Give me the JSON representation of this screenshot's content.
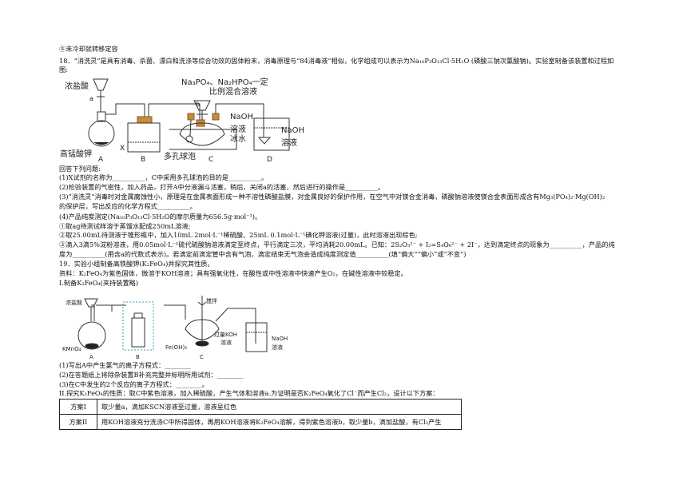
{
  "lines": {
    "l01": "⑤未冷却就转移定容",
    "l02": "18．“消洗灵”是具有消毒、杀菌、漂白和洗涤等综合功效的固体粉末，消毒原理与“84消毒液”相似，化学组成可以表示为Na₁₀P₃O₁₃Cl·5H₂O (磷酸三钠次氯酸钠)。实验室制备该装置和过程如",
    "l03": "图:",
    "l04": "回答下列问题:",
    "l05": "(1)X试剂的名称为__________，C中采用多孔球泡的目的是__________。",
    "l06": "(2)检验装置的气密性，加入药品，打开A中分液漏斗活塞，稍后，关闭a的活塞，然后进行的操作是__________。",
    "l07": "(3)“消洗灵”消毒时对金属腐蚀性小，原理是在金属表面形成一种不溶性磷酸盐膜，对金属良好的保护作用，在空气中对镁合金消毒，磷酸钠溶液使镁合金表面形成含有Mg₃(PO₄)₂·Mg(OH)₂",
    "l08": "的保护层，写出反应的化学方程式__________。",
    "l09": "(4)产品纯度测定(Na₁₀P₃O₁₃Cl·5H₂O的摩尔质量为656.5g·mol⁻¹)。",
    "l10": "①取ag待测试样溶于蒸馏水配成250mL溶液;",
    "l11": "②取25.00mL待测液于锥形瓶中，加入10mL 2mol·L⁻¹稀硫酸、25mL 0.1mol·L⁻¹碘化钾溶液(过量)，此时溶液出现棕色;",
    "l12": "③滴入3滴5%淀粉溶液，用0.05mol·L⁻¹硫代硫酸钠溶液滴定至终点，平行滴定三次，平均消耗20.00mL。已知：2S₂O₃²⁻ + I₂=S₄O₆²⁻ + 2I⁻，达到滴定终点的现象为__________，产品的纯",
    "l13": "度为__________(用含a的代数式表示)。若滴定前滴定管中含有气泡，滴定结束无气泡会造成纯度测定值__________(填“偏大”“偏小”或“不变”)",
    "l14": "19．实验小组制备高铁酸钾(K₂FeO₄)并探究其性质。",
    "l15": "资料：K₂FeO₄为紫色固体，微溶于KOH溶液；具有强氧化性，在酸性或中性溶液中快速产生O₂，在碱性溶液中较稳定。",
    "l16": "I.制备K₂FeO₄(夹持装置略)",
    "l17": "(1)写出A中产生氯气的离子方程式：________",
    "l18": "(2)在答题纸上将除杂装置B补充完整并标明所用试剂：________",
    "l19": "(3)在C中发生的2个反应的离子方程式：________。",
    "l20": "II.探究K₂FeO₄的性质：取C中紫色溶液，加入稀硫酸，产生气体和溶液a.为证明是否K₂FeO₄氧化了Cl⁻而产生Cl₂，设计以下方案："
  },
  "fig1": {
    "conc_hcl": "浓盐酸",
    "a": "a",
    "kmno4": "高锰酸钾",
    "x": "X",
    "porous": "多孔球泡",
    "mix1": "Na₃PO₄、Na₂HPO₄一定",
    "mix2": "比例混合溶液",
    "b": "b",
    "naoh_sol1": "NaOH",
    "naoh_sol2": "溶液",
    "ice": "冰水",
    "naoh_d1": "NaOH",
    "naoh_d2": "溶液",
    "A": "A",
    "B": "B",
    "C": "C",
    "D": "D"
  },
  "fig2": {
    "conc_hcl": "浓盐酸",
    "kmno4": "KMnO₄",
    "A": "A",
    "B": "B",
    "stir": "搅拌",
    "koh1": "过量KOH",
    "koh2": "溶液",
    "feoh3": "Fe(OH)₃",
    "C": "C",
    "naoh1": "NaOH",
    "naoh2": "溶液"
  },
  "table": {
    "rows": [
      {
        "head": "方案I",
        "body": "取少量a，滴加KSCN溶液至过量，溶液呈红色"
      },
      {
        "head": "方案II",
        "body": "用KOH溶液充分洗涤C中所得固体，再用KOH溶液将K₂FeO₄溶解，得到紫色溶液b，取少量b，滴加盐酸，有Cl₂产生"
      }
    ]
  }
}
